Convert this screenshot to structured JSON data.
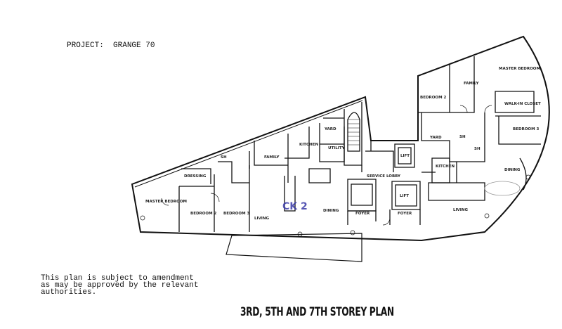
{
  "project_label": "PROJECT:  GRANGE 70",
  "note_lines": [
    "This plan is subject to amendment",
    "as may be approved by the relevant",
    "authorities."
  ],
  "plan_title": "3RD, 5TH AND 7TH STOREY PLAN",
  "stamp_text": "CK 2",
  "rooms": [
    "MASTER BEDROOM",
    "BEDROOM 2",
    "BEDROOM 3",
    "DRESSING",
    "SH",
    "FAMILY",
    "KITCHEN",
    "YARD",
    "UTILITY",
    "SERVICE LOBBY",
    "LIFT",
    "LIFT",
    "FOYER",
    "FOYER",
    "LIVING",
    "DINING",
    "MASTER BEDROOM",
    "FAMILY",
    "BEDROOM 2",
    "BEDROOM 3",
    "WALK-IN CLOSET",
    "SH",
    "YARD",
    "DINING",
    "LIVING",
    "SH",
    "KITCHEN"
  ],
  "colors": {
    "line": "#111111",
    "stamp": "#3a3aa8"
  }
}
